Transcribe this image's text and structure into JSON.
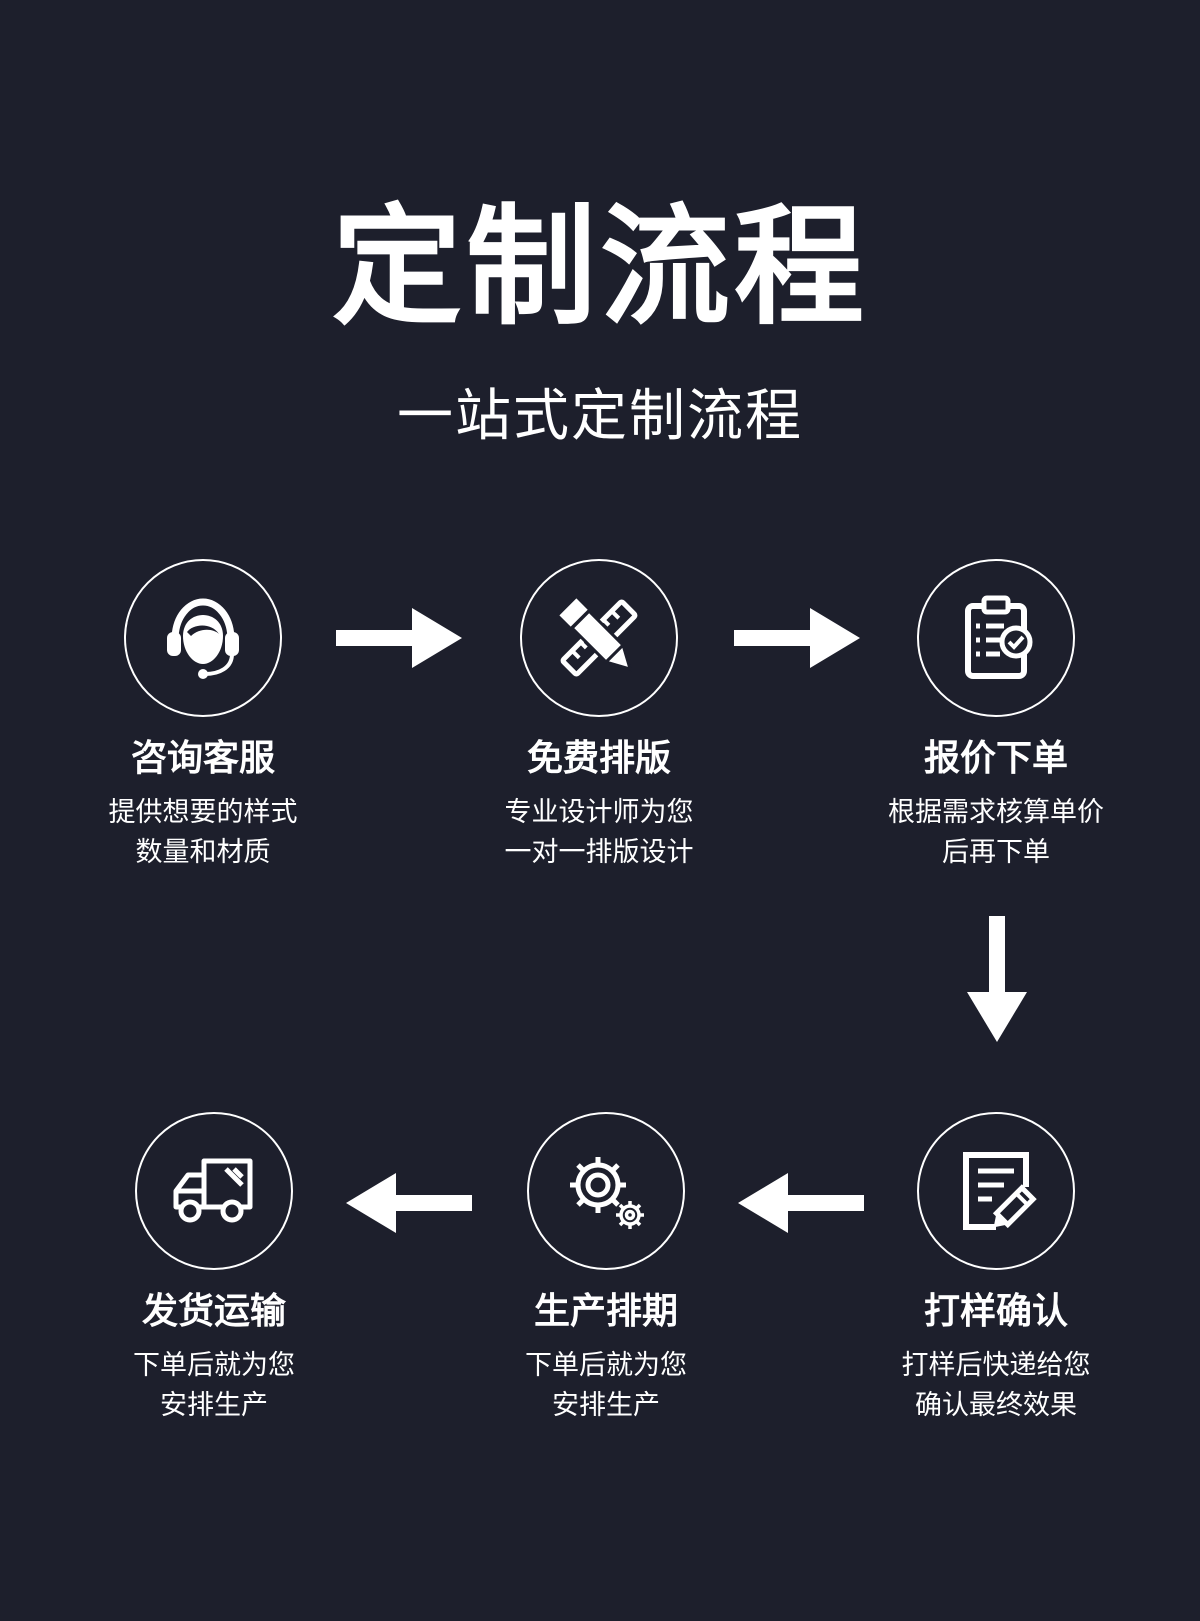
{
  "title": "定制流程",
  "subtitle": "一站式定制流程",
  "steps": [
    {
      "title": "咨询客服",
      "desc": [
        "提供想要的样式",
        "数量和材质"
      ],
      "icon": "customer-service-headset-icon"
    },
    {
      "title": "免费排版",
      "desc": [
        "专业设计师为您",
        "一对一排版设计"
      ],
      "icon": "pencil-ruler-icon"
    },
    {
      "title": "报价下单",
      "desc": [
        "根据需求核算单价",
        "后再下单"
      ],
      "icon": "clipboard-check-icon"
    },
    {
      "title": "打样确认",
      "desc": [
        "打样后快递给您",
        "确认最终效果"
      ],
      "icon": "document-edit-icon"
    },
    {
      "title": "生产排期",
      "desc": [
        "下单后就为您",
        "安排生产"
      ],
      "icon": "gears-icon"
    },
    {
      "title": "发货运输",
      "desc": [
        "下单后就为您",
        "安排生产"
      ],
      "icon": "delivery-truck-icon"
    }
  ],
  "colors": {
    "background": "#1d1f2c",
    "foreground": "#ffffff"
  }
}
